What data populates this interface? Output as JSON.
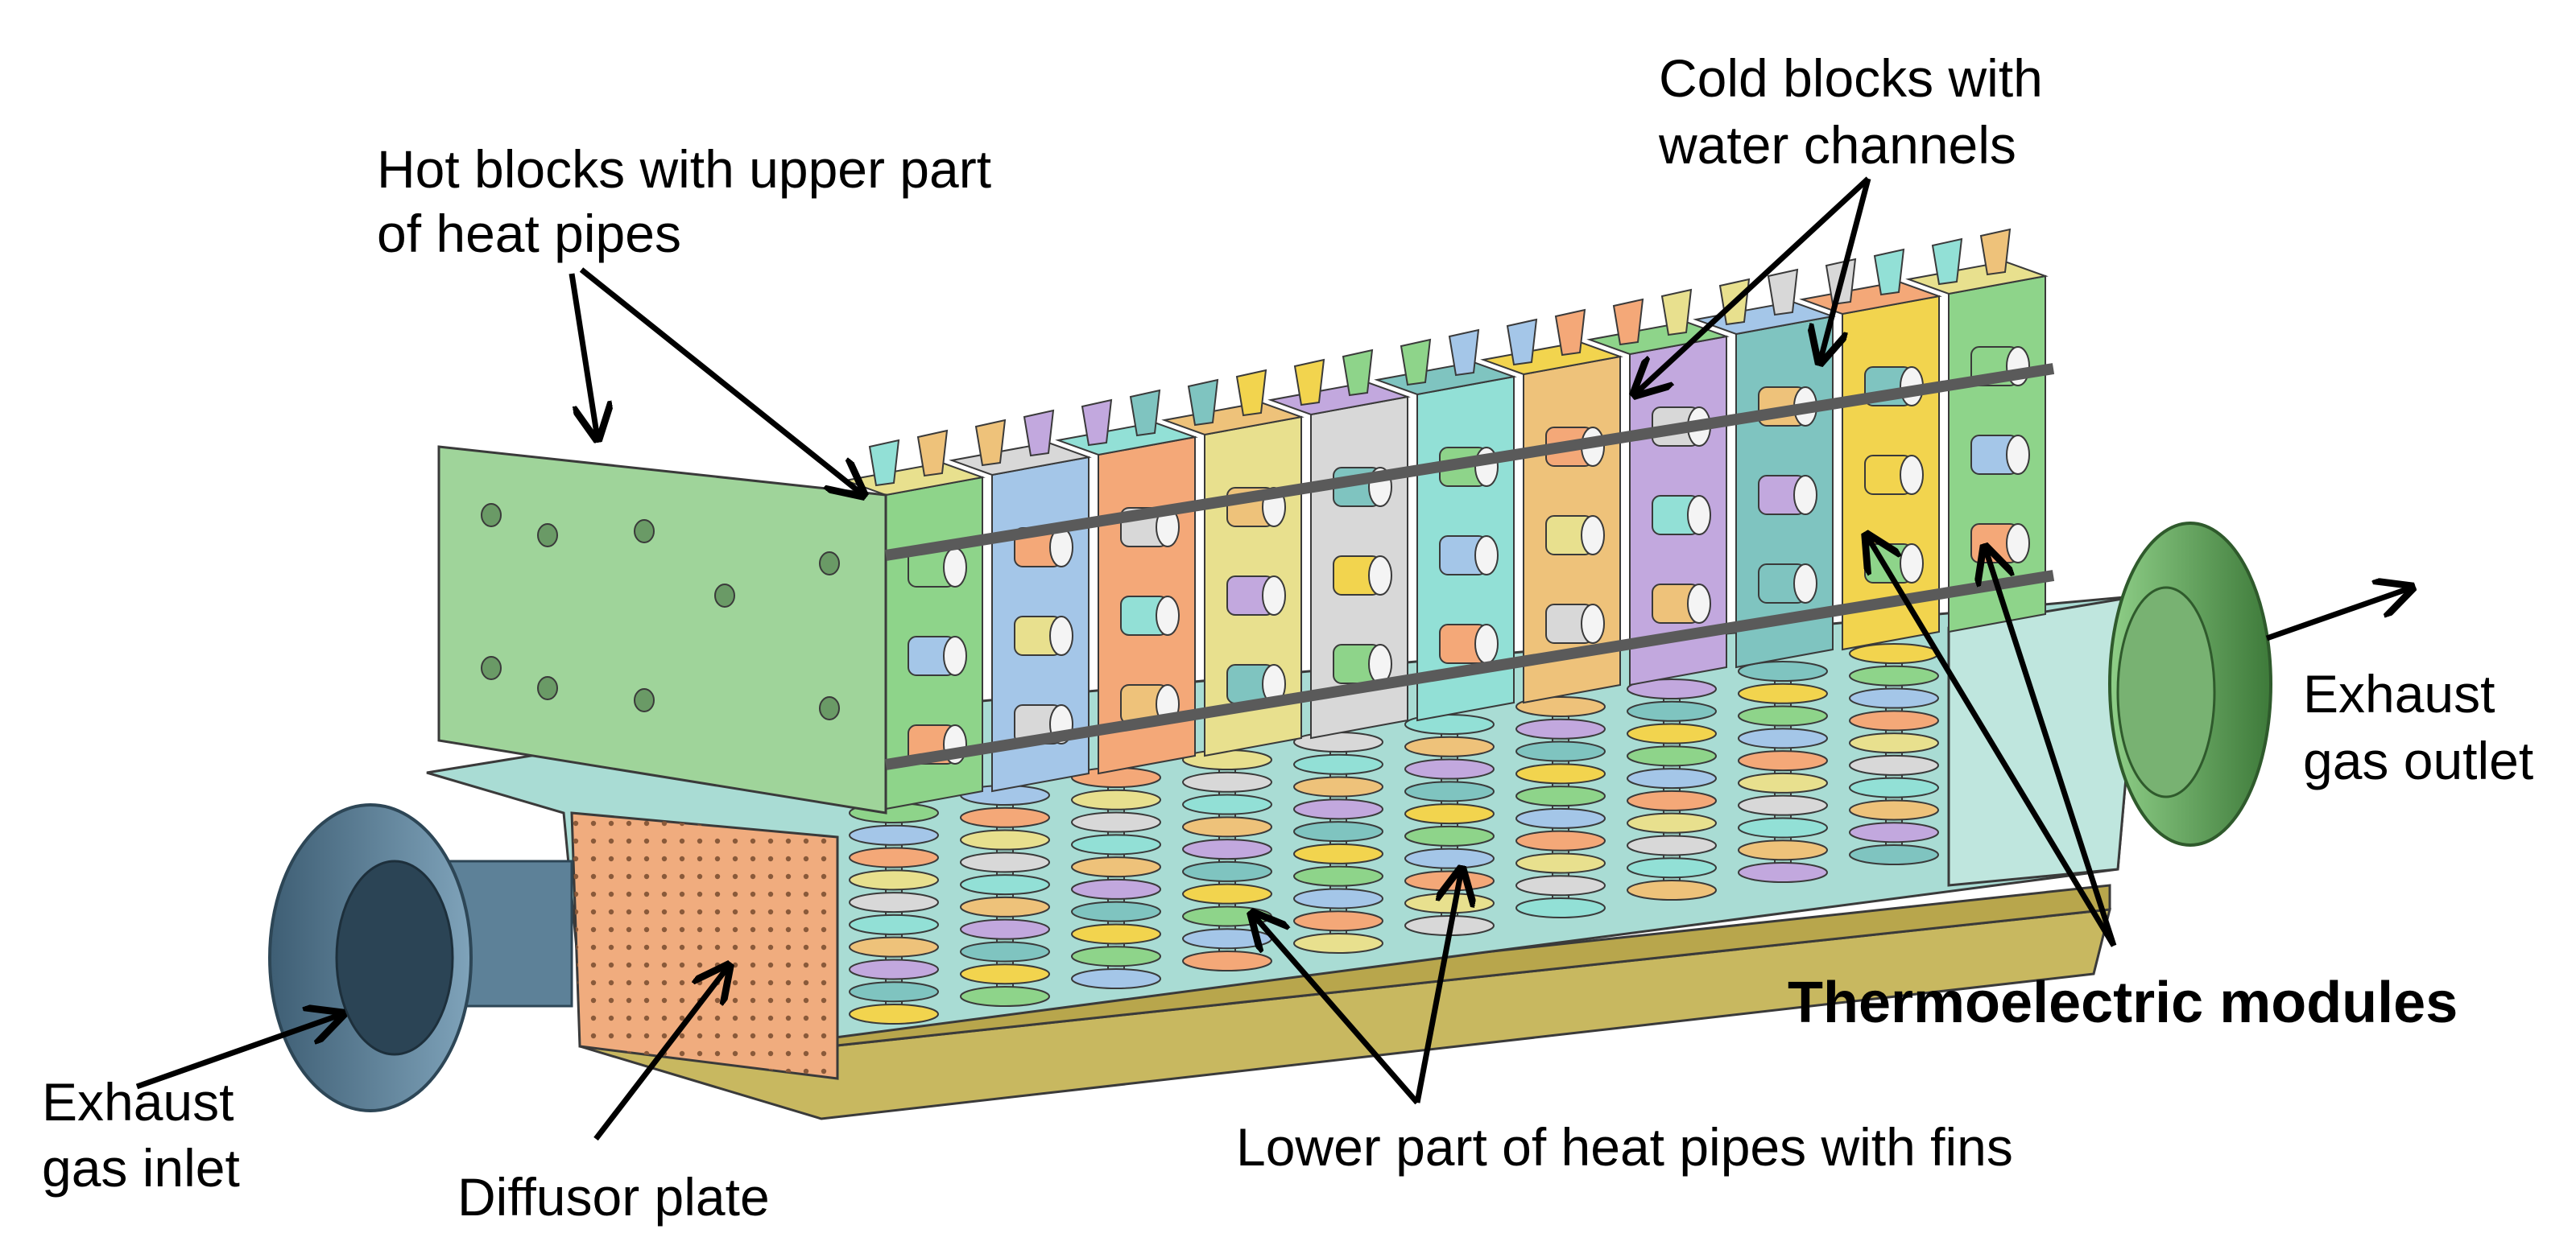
{
  "labels": {
    "hot_blocks": [
      "Hot blocks with upper part",
      "of heat pipes"
    ],
    "cold_blocks": [
      "Cold blocks with",
      "water channels"
    ],
    "exhaust_outlet": [
      "Exhaust",
      "gas outlet"
    ],
    "thermoelectric": "Thermoelectric modules",
    "lower_heat_pipes": "Lower part of heat pipes with fins",
    "diffusor": "Diffusor plate",
    "exhaust_inlet": [
      "Exhaust",
      "gas inlet"
    ]
  },
  "colors": {
    "housing": "#a9dcd4",
    "housing_base": "#c8b860",
    "end_plate": "#9fd49a",
    "flange_inlet": "#4f7288",
    "flange_outlet": "#4f8a4a",
    "diffusor_plate": "#f0ac7e",
    "rods": "#5a5a5a",
    "block_palette": [
      "#8ed48a",
      "#a4c6e8",
      "#f4a878",
      "#e8e08e",
      "#d8d8d8",
      "#92e0d6",
      "#eec27a",
      "#c2a8de",
      "#7fc4c0",
      "#f2d44e"
    ]
  }
}
